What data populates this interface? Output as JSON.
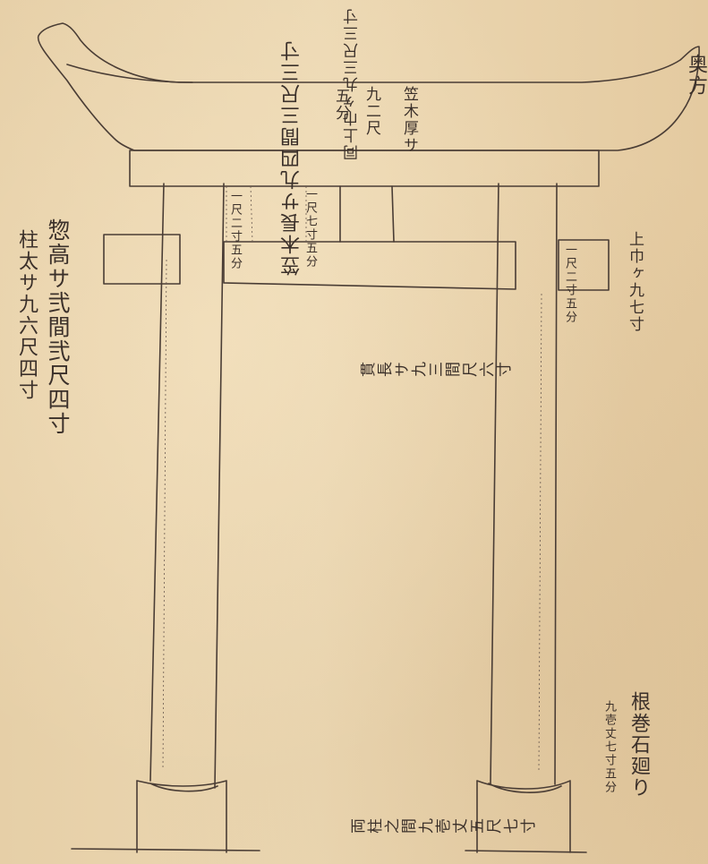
{
  "document": {
    "kasagi_upper_width": "同上巾ヶ九三尺三寸",
    "kasagi_length": "笠木長サ九四間三尺三寸",
    "kasagi_height_label": "笠木厚サ",
    "kasagi_height_value": "九二尺",
    "kasagi_height_fraction": "五分",
    "nuki_dim_a": "一尺二寸五分",
    "nuki_dim_b": "一尺七寸五分",
    "nuki_length": "貫長サ九三間尺六寸",
    "right_box_dim": "一尺二寸五分",
    "right_upper_width": "上巾ヶ九七寸",
    "total_height_line1": "惣高サ弐間弐尺四寸",
    "total_height_line2": "柱太サ九六尺四寸",
    "pillar_span": "両柱之間九壱丈五尺七寸",
    "nemaki_line1": "根巻石廻り",
    "nemaki_line2": "九壱丈七寸五分",
    "edge_text": "奥方"
  }
}
